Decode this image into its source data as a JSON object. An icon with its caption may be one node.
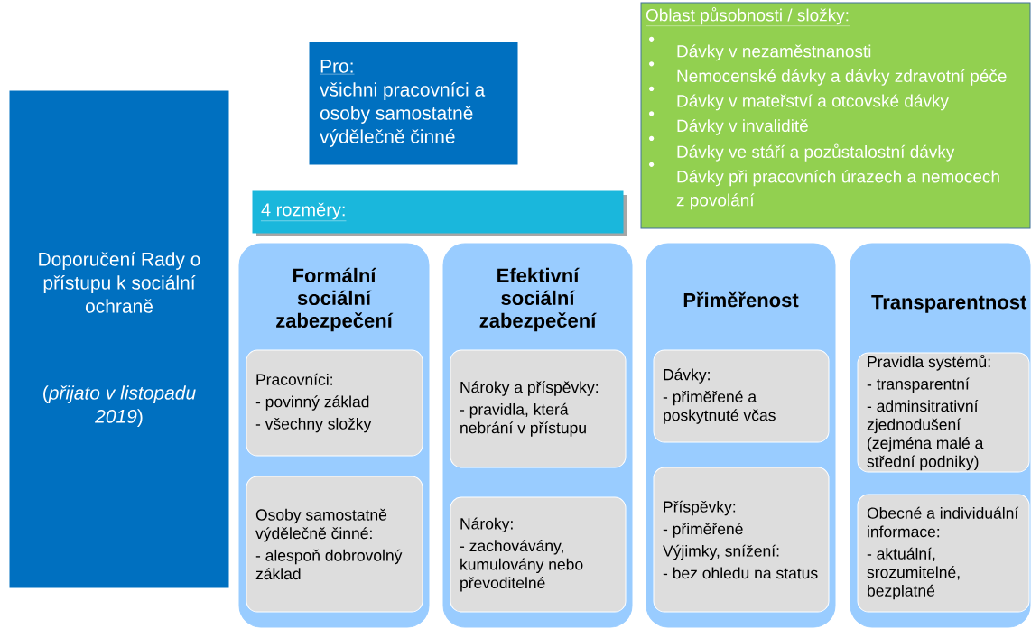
{
  "diagram": {
    "nodes": [
      {
        "text": [
          "Doporučení Rady o přístupu k sociální ochraně",
          "(*přijato v listopadu 2019*)"
        ]
      },
      {
        "text": [
          "Pro:",
          "všichni pracovníci a osoby samostatně výdělečně činné"
        ]
      },
      {
        "text": [
          "4 rozměry:"
        ]
      },
      {
        "text": [
          "Oblast působnosti / složky:",
          "Dávky v nezaměstnanosti",
          "Nemocenské dávky a dávky zdravotní péče",
          "Dávky v mateřství a otcovské dávky",
          "Dávky v invaliditě",
          "Dávky ve stáří a pozůstalostní dávky",
          "Dávky při pracovních úrazech a nemocech z povolání"
        ]
      },
      {
        "text": [
          "Formální sociální zabezpečení"
        ]
      },
      {
        "text": [
          "Pracovníci:",
          "- povinný základ",
          "- všechny složky"
        ],
        "in": 4
      },
      {
        "text": [
          "Osoby samostatně výdělečně činné:",
          "- alespoň dobrovolný základ"
        ],
        "in": 4
      },
      {
        "text": [
          "Efektivní sociální zabezpečení"
        ]
      },
      {
        "text": [
          "Nároky a příspěvky:",
          "- pravidla, která nebrání v přístupu"
        ],
        "in": 7
      },
      {
        "text": [
          "Nároky:",
          "- zachovávány, kumulovány nebo převoditelné"
        ],
        "in": 7
      },
      {
        "text": [
          "Přiměřenost"
        ]
      },
      {
        "text": [
          "Dávky:",
          "- přiměřené a poskytnuté včas"
        ],
        "in": 10
      },
      {
        "text": [
          "Příspěvky:",
          "- přiměřené",
          "Výjimky, snížení:",
          "- bez ohledu na status"
        ],
        "in": 10
      },
      {
        "text": [
          "Transparentnost"
        ]
      },
      {
        "text": [
          "Pravidla systémů:",
          "- transparentní",
          "- adminsitrativní zjednodušení (zejména malé a střední podniky)"
        ],
        "in": 13
      },
      {
        "text": [
          "Obecné a individuální informace:",
          "- aktuální, srozumitelné, bezplatné"
        ],
        "in": 13
      }
    ]
  }
}
